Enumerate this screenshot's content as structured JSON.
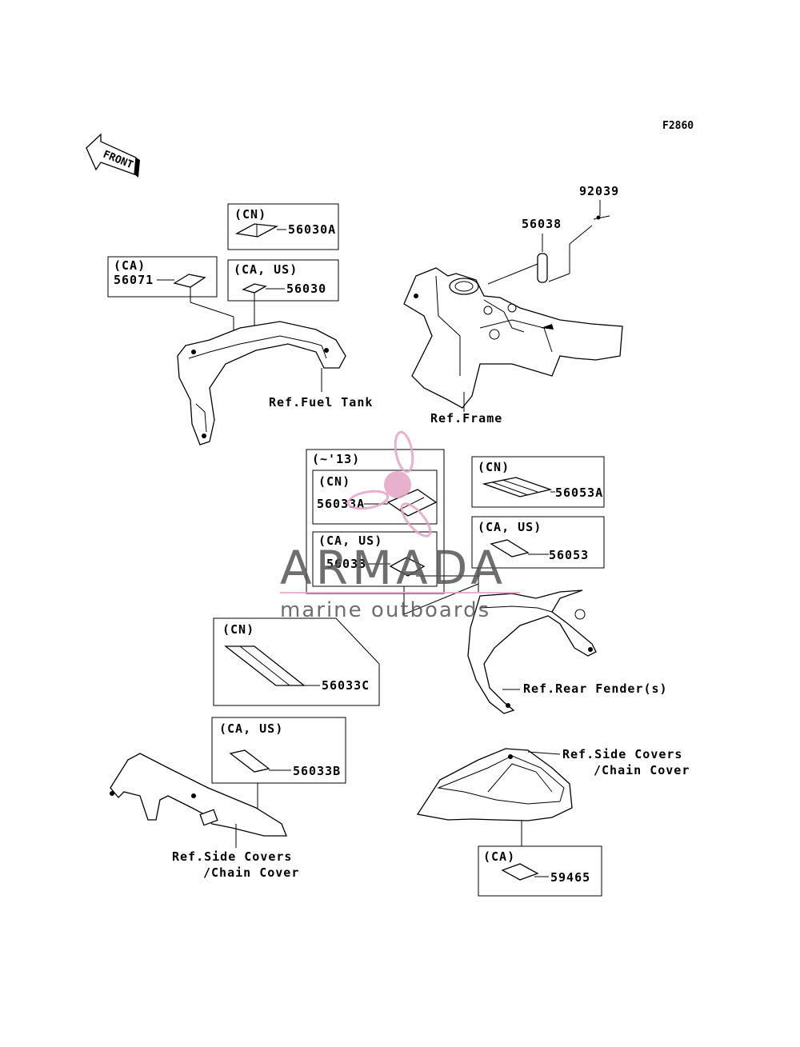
{
  "figure_code": "F2860",
  "front_label": "FRONT",
  "watermark": {
    "brand": "ARMADA",
    "tagline": "marine outboards",
    "brand_color": "#e3a4c6",
    "text_color": "#555555"
  },
  "boxes": {
    "cn_56030A": {
      "region": "(CN)",
      "part": "56030A"
    },
    "ca_56071": {
      "region": "(CA)",
      "part": "56071"
    },
    "caus_56030": {
      "region": "(CA, US)",
      "part": "56030"
    },
    "group_13": {
      "region": "(~'13)"
    },
    "cn_56033A": {
      "region": "(CN)",
      "part": "56033A"
    },
    "caus_56033": {
      "region": "(CA, US)",
      "part": "56033"
    },
    "cn_56053A": {
      "region": "(CN)",
      "part": "56053A"
    },
    "caus_56053": {
      "region": "(CA, US)",
      "part": "56053"
    },
    "cn_56033C": {
      "region": "(CN)",
      "part": "56033C"
    },
    "caus_56033B": {
      "region": "(CA, US)",
      "part": "56033B"
    },
    "ca_59465": {
      "region": "(CA)",
      "part": "59465"
    }
  },
  "parts": {
    "p92039": "92039",
    "p56038": "56038"
  },
  "refs": {
    "fuel_tank": "Ref.Fuel Tank",
    "frame": "Ref.Frame",
    "rear_fender": "Ref.Rear Fender(s)",
    "side_covers_1": "Ref.Side Covers",
    "chain_cover_1": "/Chain Cover",
    "side_covers_2": "Ref.Side Covers",
    "chain_cover_2": "/Chain Cover"
  }
}
